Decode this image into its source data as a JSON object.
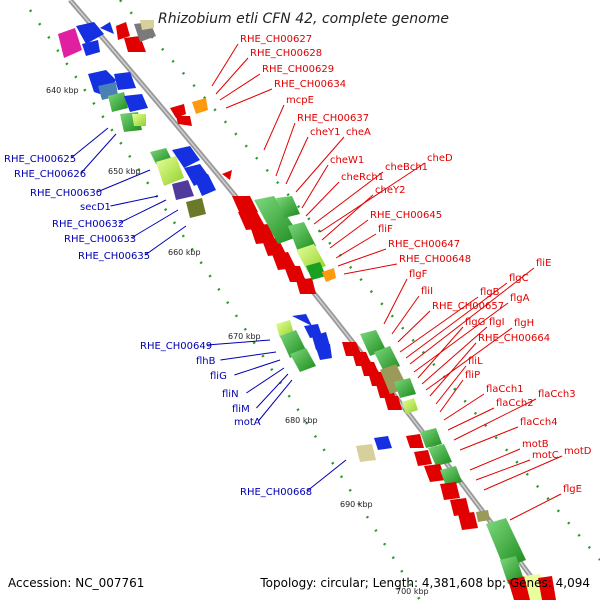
{
  "title": "Rhizobium etli CFN 42, complete genome",
  "footer": {
    "accession": "Accession: NC_007761",
    "summary": "Topology: circular; Length: 4,381,608 bp; Genes: 4,094"
  },
  "ticks": [
    "640 kbp",
    "650 kbp",
    "660 kbp",
    "670 kbp",
    "680 kbp",
    "690 kbp",
    "700 kbp"
  ],
  "red_labels": [
    "RHE_CH00627",
    "RHE_CH00628",
    "RHE_CH00629",
    "RHE_CH00634",
    "mcpE",
    "RHE_CH00637",
    "cheY1",
    "cheA",
    "cheW1",
    "cheRch1",
    "cheBch1",
    "cheD",
    "cheY2",
    "RHE_CH00645",
    "fliF",
    "RHE_CH00647",
    "RHE_CH00648",
    "flgF",
    "fliI",
    "RHE_CH00657",
    "flgB",
    "flgC",
    "fliE",
    "flgA",
    "flgG",
    "flgI",
    "flgH",
    "RHE_CH00664",
    "fliL",
    "fliP",
    "flaCch1",
    "flaCch2",
    "flaCch3",
    "flaCch4",
    "motB",
    "motC",
    "motD",
    "flgE"
  ],
  "blue_labels": [
    "RHE_CH00625",
    "RHE_CH00626",
    "RHE_CH00630",
    "secD1",
    "RHE_CH00632",
    "RHE_CH00633",
    "RHE_CH00635",
    "RHE_CH00649",
    "flhB",
    "fliG",
    "fliN",
    "fliM",
    "motA",
    "RHE_CH00668"
  ]
}
